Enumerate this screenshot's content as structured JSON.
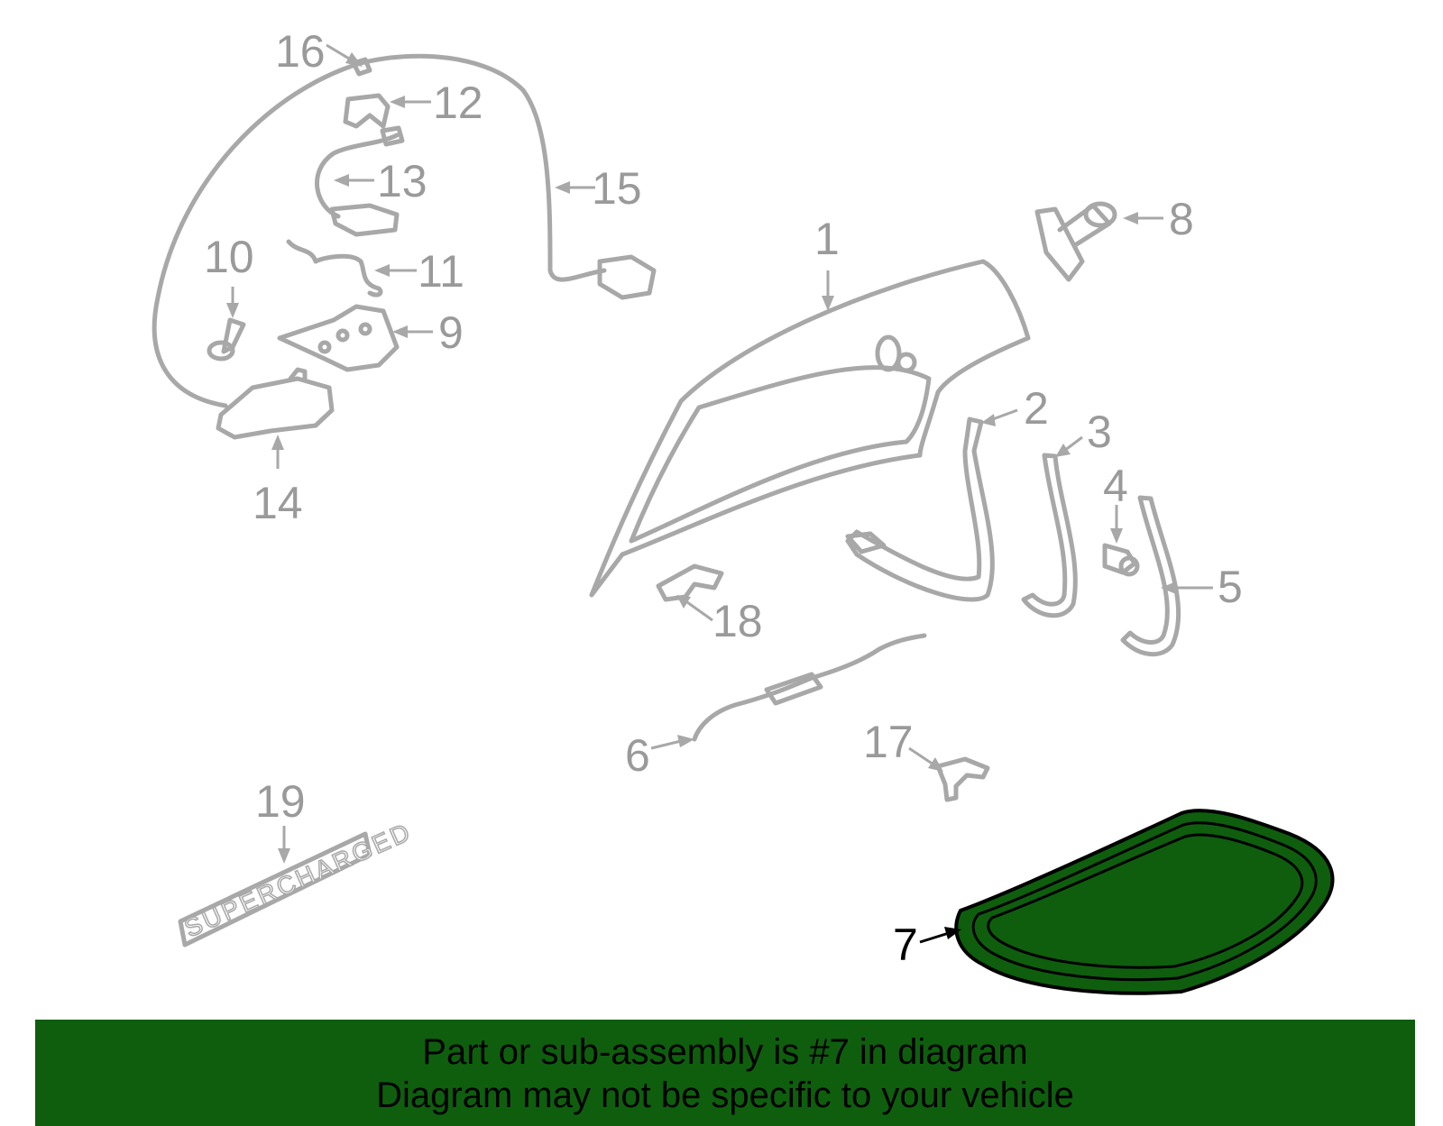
{
  "callouts": [
    {
      "id": "1",
      "label": "1",
      "highlighted": false
    },
    {
      "id": "2",
      "label": "2",
      "highlighted": false
    },
    {
      "id": "3",
      "label": "3",
      "highlighted": false
    },
    {
      "id": "4",
      "label": "4",
      "highlighted": false
    },
    {
      "id": "5",
      "label": "5",
      "highlighted": false
    },
    {
      "id": "6",
      "label": "6",
      "highlighted": false
    },
    {
      "id": "7",
      "label": "7",
      "highlighted": true
    },
    {
      "id": "8",
      "label": "8",
      "highlighted": false
    },
    {
      "id": "9",
      "label": "9",
      "highlighted": false
    },
    {
      "id": "10",
      "label": "10",
      "highlighted": false
    },
    {
      "id": "11",
      "label": "11",
      "highlighted": false
    },
    {
      "id": "12",
      "label": "12",
      "highlighted": false
    },
    {
      "id": "13",
      "label": "13",
      "highlighted": false
    },
    {
      "id": "14",
      "label": "14",
      "highlighted": false
    },
    {
      "id": "15",
      "label": "15",
      "highlighted": false
    },
    {
      "id": "16",
      "label": "16",
      "highlighted": false
    },
    {
      "id": "17",
      "label": "17",
      "highlighted": false
    },
    {
      "id": "18",
      "label": "18",
      "highlighted": false
    },
    {
      "id": "19",
      "label": "19",
      "highlighted": false
    }
  ],
  "badge_text": "SUPERCHARGED",
  "highlight_color": "#0e5e0e",
  "part_color": "#a8a8a8",
  "banner": {
    "line1": "Part or sub-assembly is #7 in diagram",
    "line2": "Diagram may not be specific to your vehicle"
  }
}
